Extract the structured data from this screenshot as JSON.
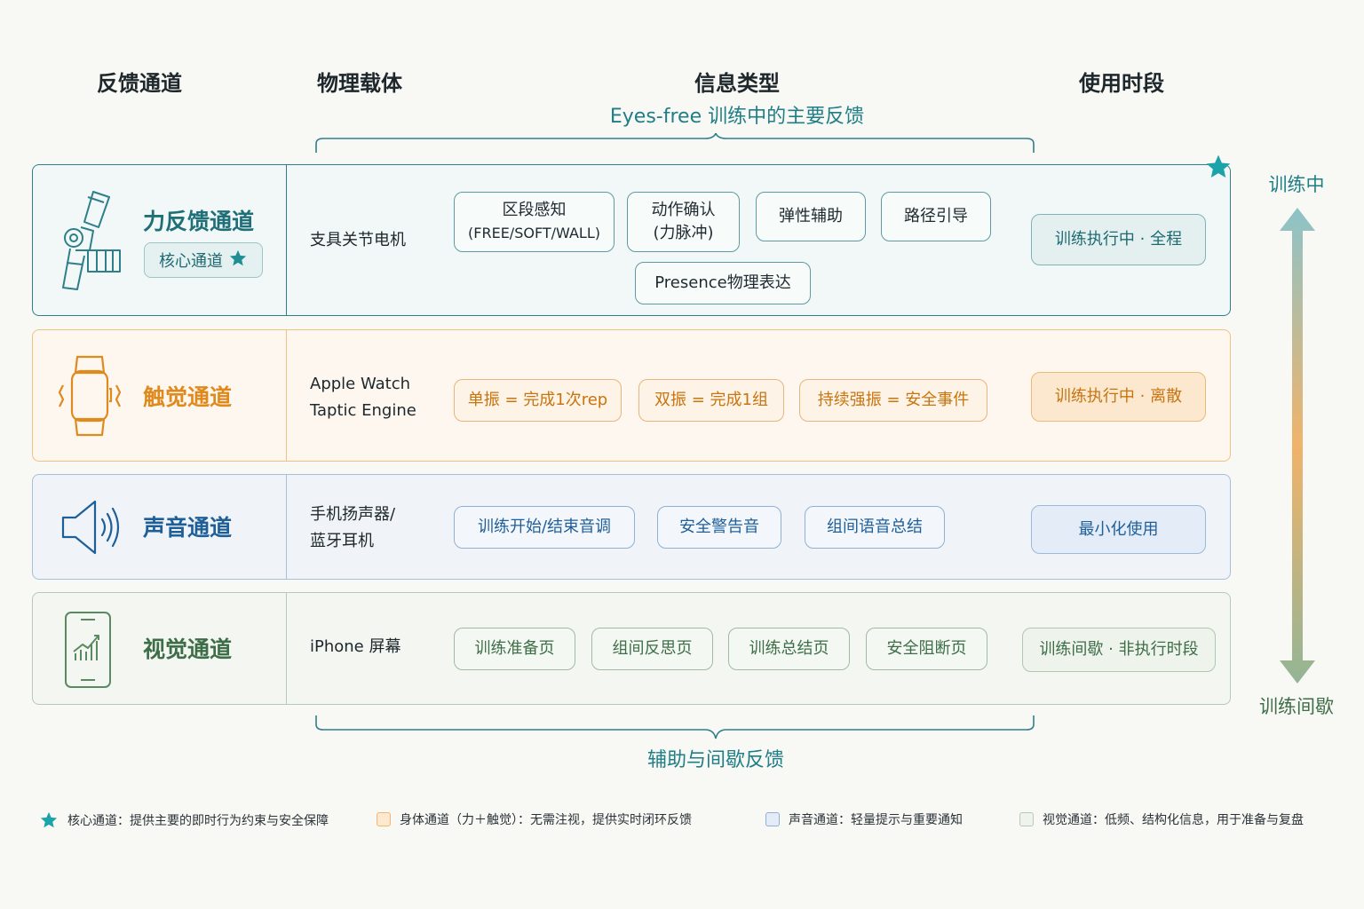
{
  "headers": {
    "channel": "反馈通道",
    "carrier": "物理载体",
    "info": "信息类型",
    "period": "使用时段"
  },
  "top_brace_label": "Eyes-free 训练中的主要反馈",
  "bottom_brace_label": "辅助与间歇反馈",
  "rows": [
    {
      "name": "力反馈通道",
      "tag": "核心通道",
      "carrier": "支具关节电机",
      "info": [
        {
          "line1": "区段感知",
          "line2": "(FREE/SOFT/WALL)"
        },
        {
          "line1": "动作确认",
          "line2": "(力脉冲)"
        },
        {
          "line1": "弹性辅助"
        },
        {
          "line1": "路径引导"
        },
        {
          "line1": "Presence物理表达"
        }
      ],
      "period": "训练执行中 · 全程",
      "color": "#1f6f78"
    },
    {
      "name": "触觉通道",
      "carrier_lines": [
        "Apple Watch",
        "Taptic Engine"
      ],
      "info": [
        "单振 = 完成1次rep",
        "双振 = 完成1组",
        "持续强振 = 安全事件"
      ],
      "period": "训练执行中 · 离散",
      "color": "#e08a1e"
    },
    {
      "name": "声音通道",
      "carrier_lines": [
        "手机扬声器/",
        "蓝牙耳机"
      ],
      "info": [
        "训练开始/结束音调",
        "安全警告音",
        "组间语音总结"
      ],
      "period": "最小化使用",
      "color": "#1f5f98"
    },
    {
      "name": "视觉通道",
      "carrier": "iPhone 屏幕",
      "info": [
        "训练准备页",
        "组间反思页",
        "训练总结页",
        "安全阻断页"
      ],
      "period": "训练间歇 · 非执行时段",
      "color": "#3e6e48"
    }
  ],
  "timeline": {
    "top": "训练中",
    "bottom": "训练间歇"
  },
  "legend": [
    {
      "icon": "star",
      "text": "核心通道：提供主要的即时行为约束与安全保障",
      "color": "#1aa3a8"
    },
    {
      "icon": "swatch",
      "text": "身体通道（力＋触觉）：无需注视，提供实时闭环反馈",
      "color": "#f3b76d"
    },
    {
      "icon": "swatch",
      "text": "声音通道：轻量提示与重要通知",
      "color": "#8fb0d3"
    },
    {
      "icon": "swatch",
      "text": "视觉通道：低频、结构化信息，用于准备与复盘",
      "color": "#b7c9b7"
    }
  ]
}
